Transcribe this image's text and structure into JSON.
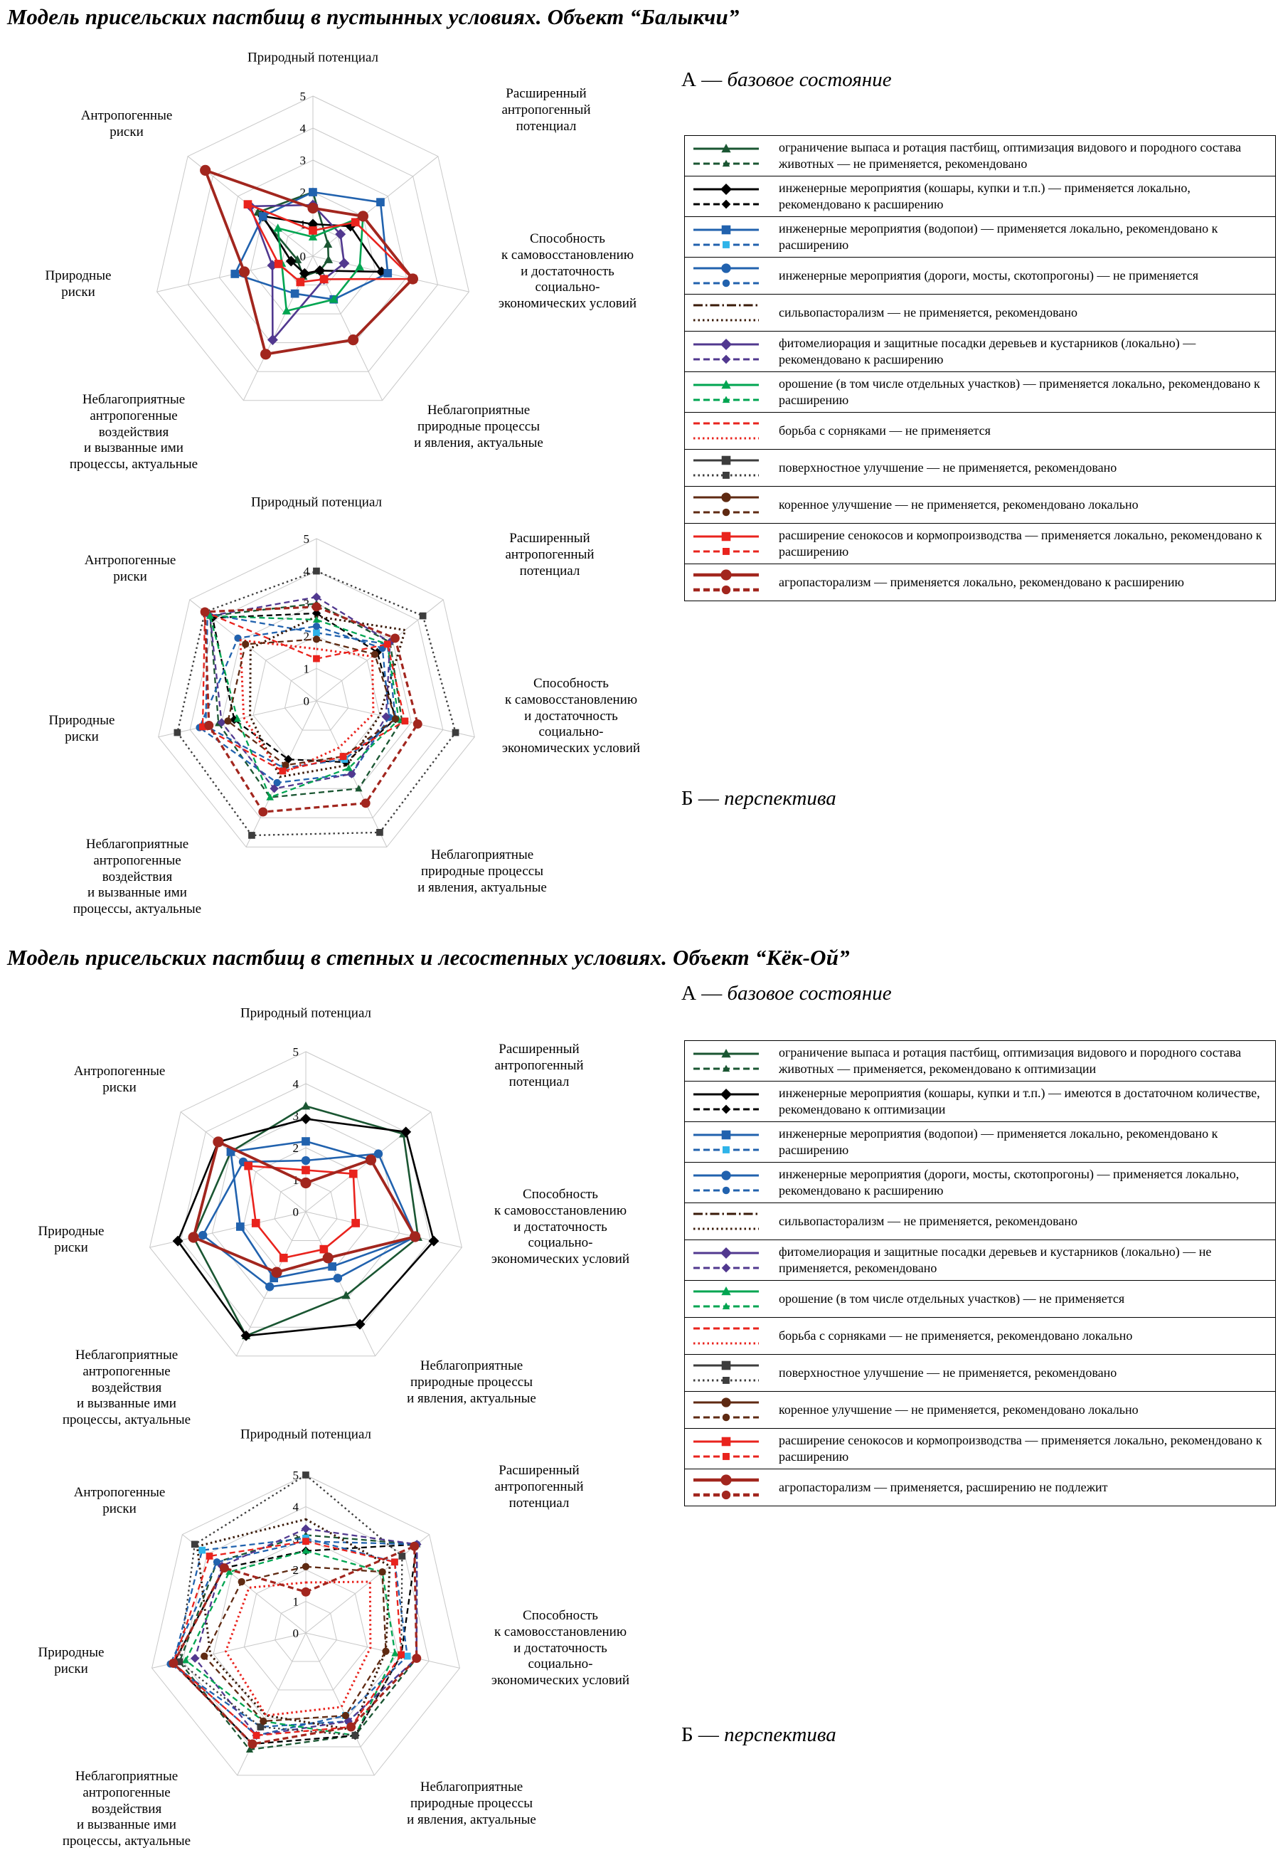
{
  "page": {
    "title1": "Модель присельских пастбищ в пустынных условиях. Объект “Балыкчи”",
    "title2": "Модель присельских пастбищ в степных и лесостепных условиях. Объект “Кёк-Ой”",
    "section_a_prefix": "А — ",
    "section_a_label": "базовое состояние",
    "section_b_prefix": "Б — ",
    "section_b_label": "перспектива"
  },
  "measures": [
    {
      "id": "grazing",
      "marker": "triangle",
      "color": "#1a5632",
      "dashA": "solid",
      "dashB": "dash",
      "name": "ограничение выпаса и ротация пастбищ, оптимизация видового и породного состава животных"
    },
    {
      "id": "sheds",
      "marker": "diamond",
      "color": "#000000",
      "dashA": "solid",
      "dashB": "dash",
      "name": "инженерные мероприятия (кошары, купки и т.п.)"
    },
    {
      "id": "water",
      "marker": "square",
      "color": "#2162ae",
      "marker_color_b": "#2fb4e9",
      "dashA": "solid",
      "dashB": "dash",
      "name": "инженерные мероприятия (водопои)"
    },
    {
      "id": "roads",
      "marker": "circle",
      "color": "#2162ae",
      "dashA": "solid",
      "dashB": "dash",
      "name": "инженерные мероприятия (дороги, мосты, скотопрогоны)"
    },
    {
      "id": "silvo",
      "marker": "none",
      "color": "#3a1a08",
      "dashA": "dashdot",
      "dashB": "dot",
      "name": "сильвопасторализм"
    },
    {
      "id": "phyto",
      "marker": "diamond",
      "color": "#51388f",
      "dashA": "solid",
      "dashB": "dash",
      "name": "фитомелиорация и защитные посадки деревьев и кустарников (локально)"
    },
    {
      "id": "irrigation",
      "marker": "triangle",
      "color": "#00a551",
      "dashA": "solid",
      "dashB": "dash",
      "name": "орошение (в том числе отдельных участков)"
    },
    {
      "id": "weeds",
      "marker": "none",
      "color": "#e9231d",
      "dashA": "dash",
      "dashB": "dot",
      "name": "борьба с сорняками"
    },
    {
      "id": "surface",
      "marker": "square",
      "color": "#3d3d3d",
      "dashA": "solid",
      "dashB": "dot",
      "name": "поверхностное улучшение"
    },
    {
      "id": "radical",
      "marker": "circle",
      "color": "#5f2a12",
      "dashA": "solid",
      "dashB": "dash",
      "name": "коренное улучшение"
    },
    {
      "id": "hayfields",
      "marker": "square",
      "color": "#e9231d",
      "dashA": "solid",
      "dashB": "dash",
      "name": "расширение сенокосов и кормопроизводства"
    },
    {
      "id": "agro",
      "marker": "circle",
      "color": "#a2261e",
      "thick": true,
      "dashA": "solid",
      "dashB": "dash",
      "name": "агропасторализм"
    }
  ],
  "legends": {
    "balykchi": {
      "items": [
        "ограничение выпаса и ротация пастбищ, оптимизация видового и породного состава животных — не применяется, рекомендовано",
        "инженерные мероприятия (кошары, купки и т.п.) — применяется локально, рекомендовано к расширению",
        "инженерные мероприятия (водопои) — применяется локально, рекомендовано к расширению",
        "инженерные мероприятия (дороги, мосты, скотопрогоны) — не применяется",
        "сильвопасторализм — не применяется, рекомендовано",
        "фитомелиорация и защитные посадки деревьев и кустарников (локально) — рекомендовано к расширению",
        "орошение (в том числе отдельных участков) — применяется локально, рекомендовано к расширению",
        "борьба с сорняками — не применяется",
        "поверхностное улучшение — не применяется, рекомендовано",
        "коренное улучшение — не применяется, рекомендовано локально",
        "расширение сенокосов и кормопроизводства — применяется локально, рекомендовано к расширению",
        "агропасторализм — применяется локально, рекомендовано к расширению"
      ]
    },
    "kokoy": {
      "items": [
        "ограничение выпаса и ротация пастбищ, оптимизация видового и породного состава животных — применяется, рекомендовано к оптимизации",
        "инженерные мероприятия (кошары, купки и т.п.) — имеются в достаточном количестве, рекомендовано к оптимизации",
        "инженерные мероприятия (водопои) — применяется локально, рекомендовано к расширению",
        "инженерные мероприятия (дороги, мосты, скотопрогоны) — применяется локально, рекомендовано к расширению",
        "сильвопасторализм — не применяется, рекомендовано",
        "фитомелиорация и защитные посадки деревьев и кустарников (локально) — не применяется, рекомендовано",
        "орошение (в том числе отдельных участков) — не применяется",
        "борьба с сорняками — не применяется, рекомендовано локально",
        "поверхностное улучшение — не применяется, рекомендовано",
        "коренное улучшение — не применяется, рекомендовано локально",
        "расширение сенокосов и кормопроизводства — применяется локально, рекомендовано к расширению",
        "агропасторализм — применяется, расширению не подлежит"
      ]
    }
  },
  "chart_data": {
    "type": "radar",
    "max": 5,
    "tick_labels": [
      "0",
      "1",
      "2",
      "3",
      "4",
      "5"
    ],
    "grid": true,
    "axes": [
      "Природный потенциал",
      "Расширенный\nантропогенный\nпотенциал",
      "Способность\nк самовосстановлению\nи достаточность\nсоциально-\nэкономических условий",
      "Неблагоприятные\nприродные процессы\nи явления, актуальные",
      "Неблагоприятные\nантропогенные\nвоздействия\nи вызванные ими\nпроцессы, актуальные",
      "Природные\nриски",
      "Антропогенные\nриски"
    ],
    "charts": [
      {
        "id": "balykchi_base",
        "object": "Балыкчи",
        "variant": "A",
        "label": "базовое состояние",
        "series": [
          {
            "measure": "grazing",
            "values": [
              2.0,
              0.6,
              0.5,
              0.5,
              0.7,
              0.5,
              2.2
            ]
          },
          {
            "measure": "sheds",
            "values": [
              1.0,
              1.5,
              2.2,
              0.5,
              0.6,
              0.7,
              2.0
            ]
          },
          {
            "measure": "water",
            "values": [
              2.0,
              2.7,
              2.4,
              1.5,
              1.3,
              2.5,
              2.0
            ]
          },
          {
            "measure": "phyto",
            "values": [
              1.6,
              1.1,
              1.0,
              0.8,
              2.9,
              1.3,
              2.5
            ]
          },
          {
            "measure": "irrigation",
            "values": [
              0.6,
              2.0,
              1.5,
              1.5,
              1.9,
              1.0,
              1.4
            ]
          },
          {
            "measure": "hayfields",
            "values": [
              0.8,
              1.7,
              3.2,
              0.8,
              0.9,
              1.1,
              2.6
            ]
          },
          {
            "measure": "agro",
            "values": [
              1.5,
              2.0,
              3.2,
              2.9,
              3.4,
              2.2,
              4.3
            ]
          }
        ]
      },
      {
        "id": "balykchi_perspective",
        "object": "Балыкчи",
        "variant": "B",
        "label": "перспектива",
        "series": [
          {
            "measure": "grazing",
            "values": [
              3.0,
              2.9,
              2.7,
              3.0,
              3.3,
              3.1,
              4.2
            ]
          },
          {
            "measure": "sheds",
            "values": [
              2.7,
              2.4,
              2.5,
              2.1,
              2.0,
              2.6,
              4.1
            ]
          },
          {
            "measure": "water",
            "values": [
              2.1,
              2.8,
              2.5,
              2.0,
              2.3,
              3.5,
              4.3
            ]
          },
          {
            "measure": "roads",
            "values": [
              2.3,
              2.6,
              2.3,
              2.5,
              2.8,
              3.7,
              3.1
            ]
          },
          {
            "measure": "silvo",
            "values": [
              2.6,
              3.5,
              2.0,
              2.2,
              2.6,
              2.1,
              2.6
            ]
          },
          {
            "measure": "phyto",
            "values": [
              3.2,
              2.9,
              2.2,
              2.5,
              3.0,
              3.0,
              4.2
            ]
          },
          {
            "measure": "irrigation",
            "values": [
              2.5,
              2.8,
              2.6,
              2.3,
              3.3,
              2.5,
              4.2
            ]
          },
          {
            "measure": "weeds",
            "values": [
              1.6,
              2.2,
              1.8,
              1.6,
              2.5,
              2.3,
              3.0
            ]
          },
          {
            "measure": "surface",
            "values": [
              4.0,
              4.2,
              4.4,
              4.5,
              4.6,
              4.4,
              4.4
            ]
          },
          {
            "measure": "radical",
            "values": [
              1.9,
              2.3,
              2.5,
              1.9,
              2.2,
              2.8,
              2.8
            ]
          },
          {
            "measure": "hayfields",
            "values": [
              1.3,
              2.8,
              2.8,
              1.9,
              2.4,
              3.6,
              4.4
            ]
          },
          {
            "measure": "agro",
            "values": [
              2.9,
              3.1,
              3.2,
              3.5,
              3.8,
              3.4,
              4.4
            ]
          }
        ]
      },
      {
        "id": "kokoy_base",
        "object": "Кёк-Ой",
        "variant": "A",
        "label": "базовое состояние",
        "series": [
          {
            "measure": "grazing",
            "values": [
              3.3,
              3.9,
              3.6,
              2.9,
              4.3,
              3.6,
              3.0
            ]
          },
          {
            "measure": "sheds",
            "values": [
              2.9,
              4.0,
              4.1,
              3.9,
              4.3,
              4.1,
              3.5
            ]
          },
          {
            "measure": "water",
            "values": [
              2.2,
              2.6,
              3.5,
              1.9,
              2.3,
              2.1,
              3.0
            ]
          },
          {
            "measure": "roads",
            "values": [
              1.6,
              2.9,
              3.5,
              2.3,
              2.6,
              3.3,
              2.5
            ]
          },
          {
            "measure": "hayfields",
            "values": [
              1.3,
              1.9,
              1.6,
              1.3,
              1.6,
              1.6,
              2.3
            ]
          },
          {
            "measure": "agro",
            "values": [
              0.9,
              2.6,
              3.5,
              1.6,
              2.1,
              3.6,
              3.5
            ]
          }
        ]
      },
      {
        "id": "kokoy_perspective",
        "object": "Кёк-Ой",
        "variant": "B",
        "label": "перспектива",
        "series": [
          {
            "measure": "grazing",
            "values": [
              3.1,
              4.5,
              3.6,
              3.6,
              4.1,
              4.1,
              3.6
            ]
          },
          {
            "measure": "sheds",
            "values": [
              2.6,
              4.5,
              3.1,
              3.6,
              3.9,
              4.3,
              3.3
            ]
          },
          {
            "measure": "water",
            "values": [
              3.0,
              3.6,
              3.3,
              2.9,
              3.6,
              4.3,
              4.2
            ]
          },
          {
            "measure": "roads",
            "values": [
              2.9,
              4.5,
              3.6,
              3.1,
              3.3,
              4.4,
              3.6
            ]
          },
          {
            "measure": "silvo",
            "values": [
              3.6,
              3.4,
              2.6,
              3.4,
              2.9,
              3.1,
              4.4
            ]
          },
          {
            "measure": "phyto",
            "values": [
              3.3,
              4.5,
              3.6,
              3.1,
              3.6,
              3.6,
              3.4
            ]
          },
          {
            "measure": "irrigation",
            "values": [
              2.6,
              3.1,
              2.9,
              3.6,
              3.1,
              3.9,
              3.1
            ]
          },
          {
            "measure": "weeds",
            "values": [
              1.6,
              2.6,
              2.1,
              2.6,
              2.9,
              2.6,
              2.3
            ]
          },
          {
            "measure": "surface",
            "values": [
              5.0,
              3.9,
              3.1,
              3.6,
              3.3,
              4.1,
              4.5
            ]
          },
          {
            "measure": "radical",
            "values": [
              2.1,
              3.1,
              2.6,
              2.9,
              3.1,
              3.3,
              2.6
            ]
          },
          {
            "measure": "hayfields",
            "values": [
              2.9,
              3.6,
              3.1,
              3.3,
              3.6,
              4.3,
              3.9
            ]
          },
          {
            "measure": "agro",
            "values": [
              1.3,
              4.4,
              3.6,
              3.3,
              3.9,
              4.3,
              3.3
            ]
          }
        ]
      }
    ]
  }
}
